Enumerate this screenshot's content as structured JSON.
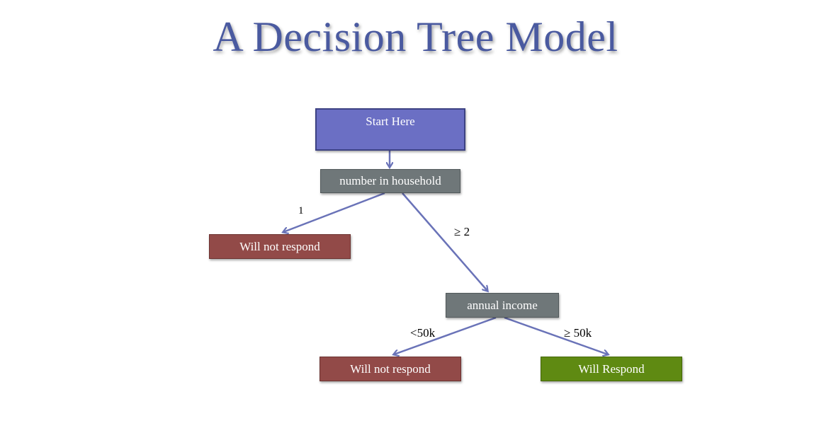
{
  "title": "A Decision Tree Model",
  "nodes": {
    "start": "Start Here",
    "household": "number in household",
    "not_respond_1": "Will not respond",
    "income": "annual income",
    "not_respond_2": "Will not respond",
    "respond": "Will Respond"
  },
  "edges": {
    "household_eq_1": "1",
    "household_ge_2": "≥ 2",
    "income_lt_50k": "<50k",
    "income_ge_50k": "≥ 50k"
  },
  "colors": {
    "title": "#4a5aa0",
    "start": "#6b6fc4",
    "decision": "#6f7779",
    "no": "#924a48",
    "yes": "#5f8a12",
    "arrow": "#6a73b8"
  }
}
